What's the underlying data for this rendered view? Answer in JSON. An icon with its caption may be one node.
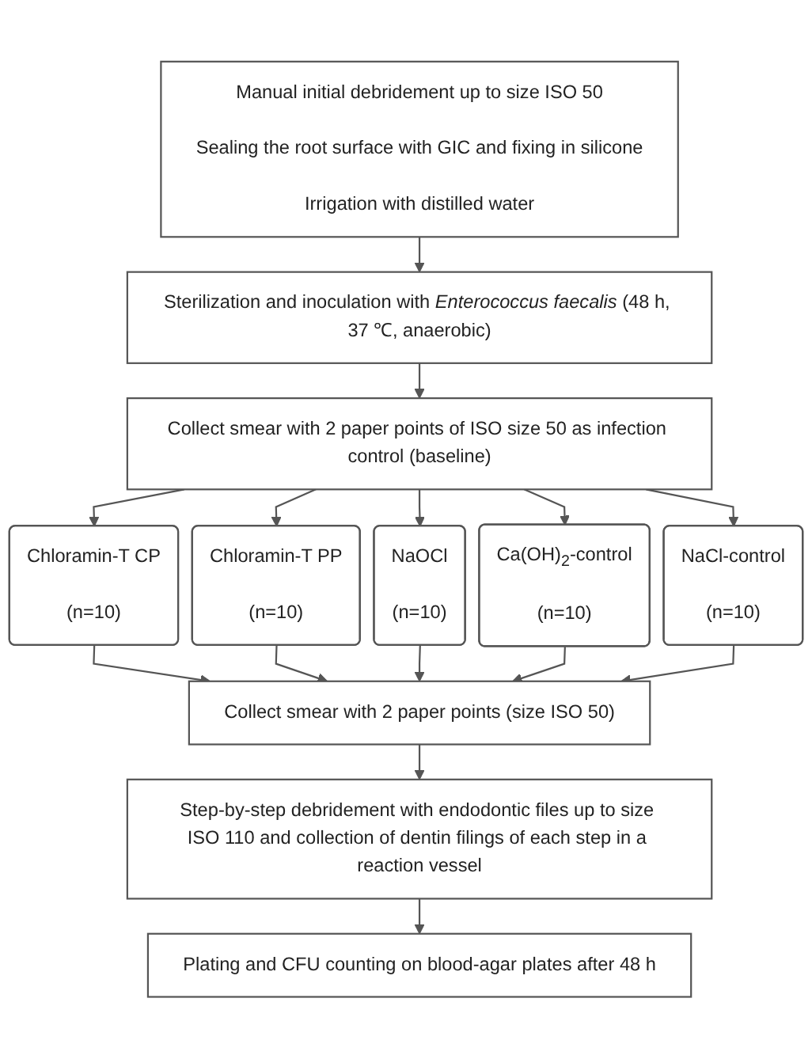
{
  "diagram": {
    "nodes": [
      {
        "text": [
          "Manual initial debridement up to size ISO 50",
          "Sealing the root surface with GIC and fixing in silicone",
          "Irrigation with distilled water"
        ]
      },
      {
        "text": [
          "Sterilization and inoculation with *Enterococcus faecalis* (48 h, 37 ℃, anaerobic)"
        ]
      },
      {
        "text": [
          "Collect smear with 2 paper points of ISO size 50 as infection control (baseline)"
        ]
      },
      {
        "text": [
          "Chloramin-T CP",
          "(n=10)"
        ]
      },
      {
        "text": [
          "Chloramin-T PP",
          "(n=10)"
        ]
      },
      {
        "text": [
          "NaOCl",
          "(n=10)"
        ]
      },
      {
        "text": [
          "Ca(OH)$_{2}$-control",
          "(n=10)"
        ]
      },
      {
        "text": [
          "NaCl-control",
          "(n=10)"
        ]
      },
      {
        "text": [
          "Collect smear with 2 paper points (size ISO 50)"
        ]
      },
      {
        "text": [
          "Step-by-step debridement with endodontic files up to size ISO 110 and collection of dentin filings of each step in a reaction vessel"
        ]
      },
      {
        "text": [
          "Plating and CFU counting on blood-agar plates after 48 h"
        ]
      }
    ],
    "edges": [
      {
        "from": 0,
        "to": 1,
        "arrow": "to"
      },
      {
        "from": 1,
        "to": 2,
        "arrow": "to"
      },
      {
        "from": 2,
        "to": 3,
        "arrow": "to"
      },
      {
        "from": 2,
        "to": 4,
        "arrow": "to"
      },
      {
        "from": 2,
        "to": 5,
        "arrow": "to"
      },
      {
        "from": 2,
        "to": 6,
        "arrow": "to"
      },
      {
        "from": 2,
        "to": 7,
        "arrow": "to"
      },
      {
        "from": 3,
        "to": 8,
        "arrow": "to"
      },
      {
        "from": 4,
        "to": 8,
        "arrow": "to"
      },
      {
        "from": 5,
        "to": 8,
        "arrow": "to"
      },
      {
        "from": 6,
        "to": 8,
        "arrow": "to"
      },
      {
        "from": 7,
        "to": 8,
        "arrow": "to"
      },
      {
        "from": 8,
        "to": 9,
        "arrow": "to"
      },
      {
        "from": 9,
        "to": 10,
        "arrow": "to"
      }
    ]
  }
}
